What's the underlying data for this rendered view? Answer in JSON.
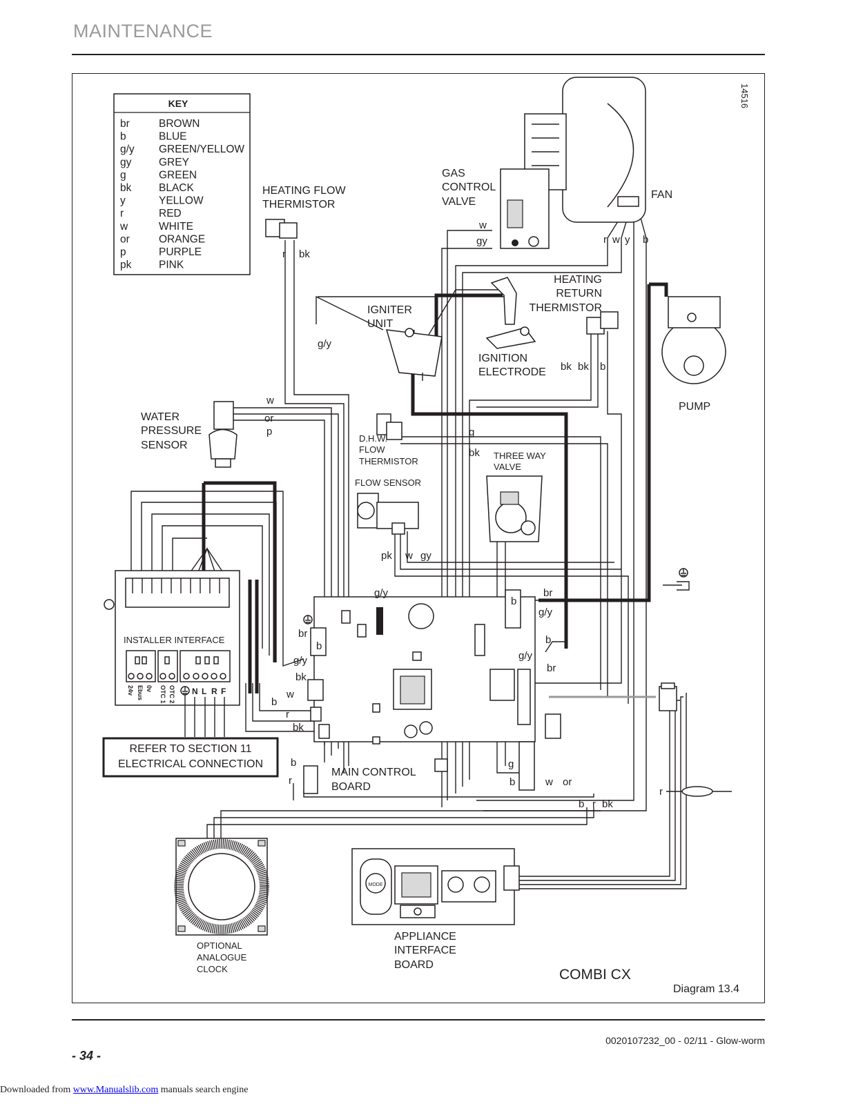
{
  "header": {
    "title": "MAINTENANCE"
  },
  "diagram": {
    "ref_number": "14516",
    "key": {
      "title": "KEY",
      "items": [
        {
          "code": "br",
          "colour": "BROWN"
        },
        {
          "code": "b",
          "colour": "BLUE"
        },
        {
          "code": "g/y",
          "colour": "GREEN/YELLOW"
        },
        {
          "code": "gy",
          "colour": "GREY"
        },
        {
          "code": "g",
          "colour": "GREEN"
        },
        {
          "code": "bk",
          "colour": "BLACK"
        },
        {
          "code": "y",
          "colour": "YELLOW"
        },
        {
          "code": "r",
          "colour": "RED"
        },
        {
          "code": "w",
          "colour": "WHITE"
        },
        {
          "code": "or",
          "colour": "ORANGE"
        },
        {
          "code": "p",
          "colour": "PURPLE"
        },
        {
          "code": "pk",
          "colour": "PINK"
        }
      ]
    },
    "components": {
      "heating_flow_thermistor": [
        "HEATING FLOW",
        "THERMISTOR"
      ],
      "gas_control_valve": [
        "GAS",
        "CONTROL",
        "VALVE"
      ],
      "fan": "FAN",
      "heating_return_thermistor": [
        "HEATING",
        "RETURN",
        "THERMISTOR"
      ],
      "igniter_unit": [
        "IGNITER",
        "UNIT"
      ],
      "ignition_electrode": [
        "IGNITION",
        "ELECTRODE"
      ],
      "pump": "PUMP",
      "water_pressure_sensor": [
        "WATER",
        "PRESSURE",
        "SENSOR"
      ],
      "dhw_flow_thermistor": [
        "D.H.W.",
        "FLOW",
        "THERMISTOR"
      ],
      "flow_sensor": "FLOW SENSOR",
      "three_way_valve": [
        "THREE WAY",
        "VALVE"
      ],
      "installer_interface": "INSTALLER INTERFACE",
      "main_control_board": [
        "MAIN CONTROL",
        "BOARD"
      ],
      "optional_analogue_clock": [
        "OPTIONAL",
        "ANALOGUE",
        "CLOCK"
      ],
      "appliance_interface_board": [
        "APPLIANCE",
        "INTERFACE",
        "BOARD"
      ],
      "mode_button": "MODE"
    },
    "installer_terminals": [
      "24v",
      "Ebus",
      "0v",
      "OTC 1",
      "OTC 2"
    ],
    "mains_terminals": [
      "N",
      "L",
      "R",
      "F"
    ],
    "refer_box": [
      "REFER TO SECTION 11",
      "ELECTRICAL CONNECTION"
    ],
    "wire_labels": {
      "thermistor_r": "r",
      "thermistor_bk": "bk",
      "gas_w": "w",
      "gas_gy": "gy",
      "fan_r": "r",
      "fan_w": "w",
      "fan_y": "y",
      "fan_b": "b",
      "igniter_gy": "g/y",
      "wps_w": "w",
      "wps_or": "or",
      "wps_p": "p",
      "dhw_g": "g",
      "dhw_bk": "bk",
      "ret_bk1": "bk",
      "ret_bk2": "bk",
      "ret_b": "b",
      "fs_pk": "pk",
      "fs_w": "w",
      "fs_gy": "gy",
      "mcb_gy": "g/y",
      "mcb_br": "br",
      "mcb_b": "b",
      "mcb_gy2": "g/y",
      "mcb_bk": "bk",
      "mcb_w": "w",
      "mcb_b2": "b",
      "mcb_r": "r",
      "mcb_bk2": "bk",
      "mcb_b3": "b",
      "mcb_r3": "r",
      "pump_br": "br",
      "pump_b": "b",
      "pump_gy": "g/y",
      "ign_b": "b",
      "ign_gy": "g/y",
      "ign_br": "br",
      "r_g": "g",
      "r_b": "b",
      "r_w": "w",
      "r_or": "or",
      "bot_b": "b",
      "bot_r": "r",
      "bot_bk": "bk",
      "ferrite_r": "r"
    },
    "model": "COMBI CX",
    "caption": "Diagram 13.4"
  },
  "footer": {
    "doc_ref": "0020107232_00 - 02/11 - Glow-worm",
    "page_number": "- 34 -",
    "watermark_prefix": "Downloaded from ",
    "watermark_link": "www.Manualslib.com",
    "watermark_suffix": " manuals search engine"
  }
}
